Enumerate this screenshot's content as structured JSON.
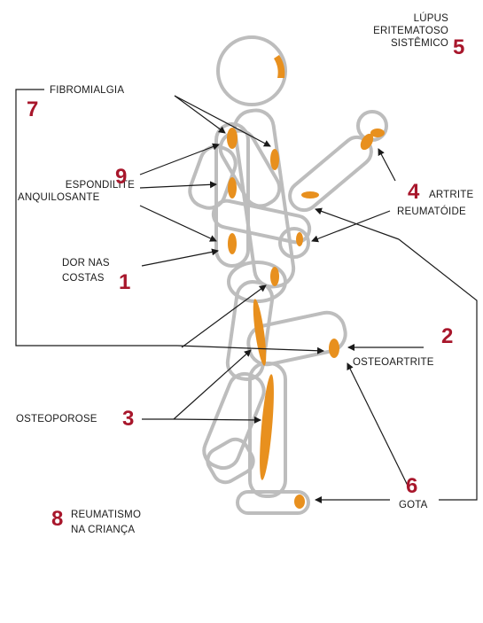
{
  "colors": {
    "outline": "#bdbdbd",
    "accent": "#e8901e",
    "number": "#a8162b",
    "line": "#1a1a1a"
  },
  "labels": {
    "lupus": {
      "line1": "LÚPUS",
      "line2": "ERITEMATOSO",
      "line3": "SISTÊMICO",
      "number": "5"
    },
    "fibromialgia": {
      "text": "FIBROMIALGIA",
      "number": "7"
    },
    "espondilite": {
      "line1": "ESPONDILITE",
      "line2": "ANQUILOSANTE",
      "number": "9"
    },
    "artrite": {
      "line1": "ARTRITE",
      "line2": "REUMATÓIDE",
      "number": "4"
    },
    "dor": {
      "line1": "DOR NAS",
      "line2": "COSTAS",
      "number": "1"
    },
    "osteoartrite": {
      "text": "OSTEOARTRITE",
      "number": "2"
    },
    "osteoporose": {
      "text": "OSTEOPOROSE",
      "number": "3"
    },
    "gota": {
      "text": "GOTA",
      "number": "6"
    },
    "reumatismo": {
      "line1": "REUMATISMO",
      "line2": "NA CRIANÇA",
      "number": "8"
    }
  }
}
